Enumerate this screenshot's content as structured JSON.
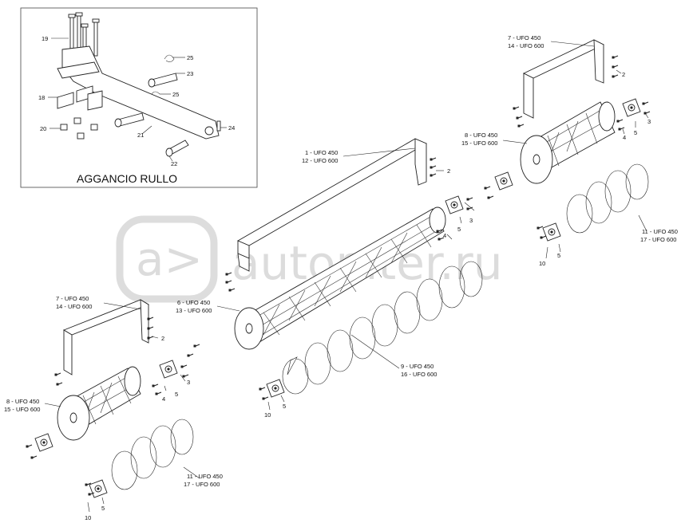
{
  "inset": {
    "title": "AGGANCIO RULLO",
    "callouts": [
      "19",
      "25",
      "23",
      "18",
      "25",
      "20",
      "21",
      "24",
      "22"
    ]
  },
  "watermark": {
    "text": "autopiter.ru"
  },
  "labels": {
    "c1a": "1  - UFO 450",
    "c1b": "12 - UFO 600",
    "c2r": "2",
    "c3r": "3",
    "c4r": "4",
    "c5r": "5",
    "c6a": "6  - UFO 450",
    "c6b": "13 - UFO 600",
    "c7La": "7  - UFO 450",
    "c7Lb": "14 - UFO 600",
    "c2L": "2",
    "c3L": "3",
    "c4L": "4",
    "c5L": "5",
    "c8La": "8  - UFO 450",
    "c8Lb": "15 - UFO 600",
    "c11La": "11 - UFO 450",
    "c11Lb": "17 - UFO 600",
    "c5L2": "5",
    "c10L": "10",
    "c9a": "9  - UFO 450",
    "c9b": "16 - UFO 600",
    "c10m": "10",
    "c5m": "5",
    "c7Ra": "7  - UFO 450",
    "c7Rb": "14 - UFO 600",
    "c2R": "2",
    "c3R": "3",
    "c4R": "4",
    "c5R": "5",
    "c8Ra": "8  - UFO 450",
    "c8Rb": "15 - UFO 600",
    "c11Ra": "11 - UFO 450",
    "c11Rb": "17 - UFO 600",
    "c10R": "10",
    "c5R2": "5"
  }
}
